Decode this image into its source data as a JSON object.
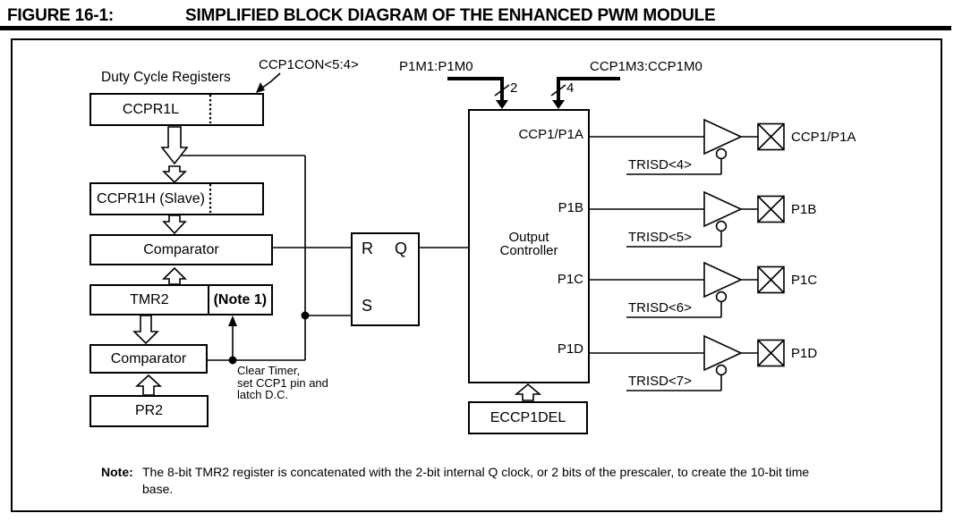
{
  "title": {
    "figure_label": "FIGURE 16-1:",
    "figure_title": "SIMPLIFIED BLOCK DIAGRAM OF THE ENHANCED PWM MODULE"
  },
  "duty_cycle": {
    "section_label": "Duty Cycle Registers",
    "ccp1con_label": "CCP1CON<5:4>",
    "ccpr1l_label": "CCPR1L",
    "ccpr1h_label": "CCPR1H (Slave)"
  },
  "timer": {
    "comparator1_label": "Comparator",
    "tmr2_label": "TMR2",
    "tmr2_note_label": "(Note 1)",
    "comparator2_label": "Comparator",
    "pr2_label": "PR2",
    "clear_timer_lines": [
      "Clear Timer,",
      "set CCP1 pin and",
      "latch D.C."
    ]
  },
  "flipflop": {
    "r_label": "R",
    "q_label": "Q",
    "s_label": "S"
  },
  "control_inputs": {
    "p1m": {
      "label": "P1M1:P1M0",
      "bus_width": "2"
    },
    "ccp1m": {
      "label": "CCP1M3:CCP1M0",
      "bus_width": "4"
    }
  },
  "output_controller": {
    "name_line1": "Output",
    "name_line2": "Controller",
    "ports": [
      "CCP1/P1A",
      "P1B",
      "P1C",
      "P1D"
    ],
    "eccp1del_label": "ECCP1DEL"
  },
  "outputs": {
    "rows": [
      {
        "tris_label": "TRISD<4>",
        "pin_label": "CCP1/P1A"
      },
      {
        "tris_label": "TRISD<5>",
        "pin_label": "P1B"
      },
      {
        "tris_label": "TRISD<6>",
        "pin_label": "P1C"
      },
      {
        "tris_label": "TRISD<7>",
        "pin_label": "P1D"
      }
    ]
  },
  "note": {
    "label": "Note:",
    "line1": "The 8-bit TMR2 register is concatenated with the 2-bit internal Q clock, or 2 bits of the prescaler, to create the 10-bit time",
    "line2": "base."
  }
}
